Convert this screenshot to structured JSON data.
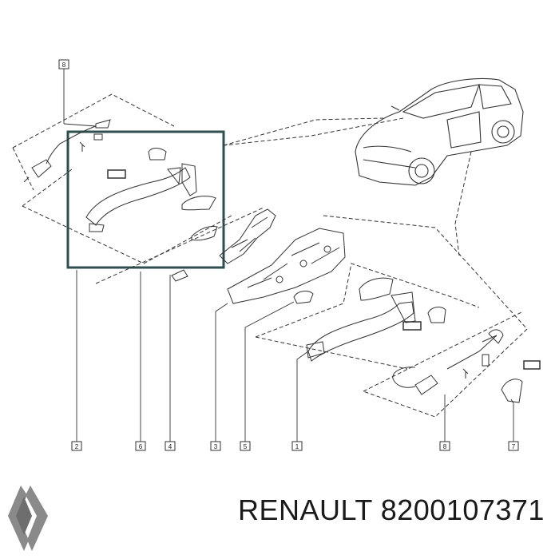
{
  "callouts": {
    "top": "8",
    "bottom": [
      "2",
      "6",
      "4",
      "3",
      "5",
      "1",
      "8",
      "7"
    ]
  },
  "brand": {
    "name": "RENAULT",
    "part_number": "8200107371"
  },
  "colors": {
    "line": "#333333",
    "highlight_box": "#2f4f4f",
    "logo": "#8a8a8a"
  }
}
